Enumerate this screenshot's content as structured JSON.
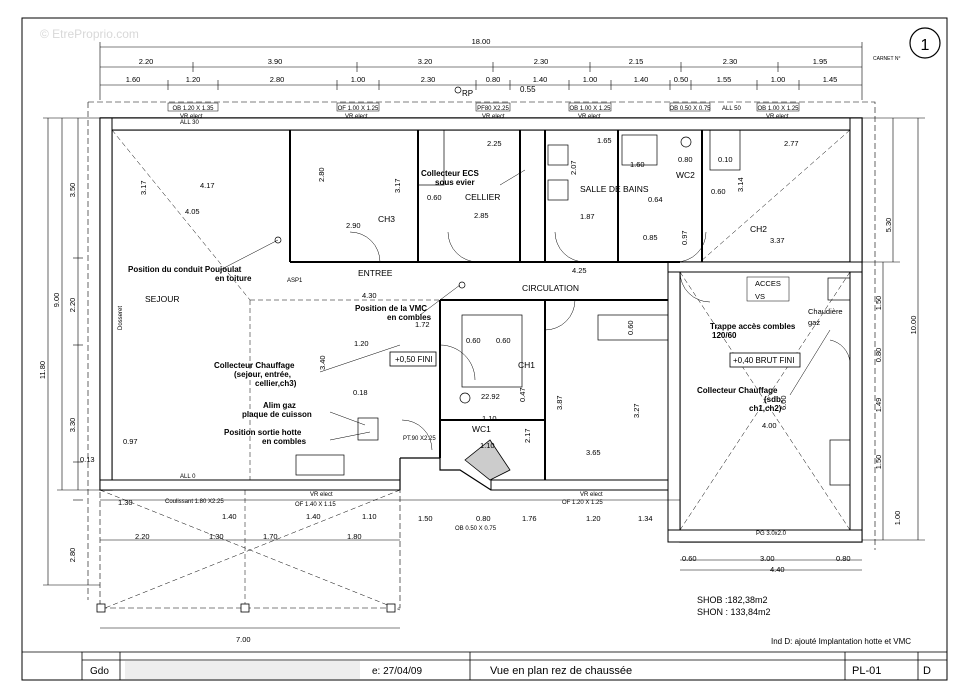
{
  "watermark": "© EtreProprio.com",
  "sheet_number_circle": "1",
  "top_right_note": "CARNET N°",
  "overall_width": "18.00",
  "top_dims_row1": [
    "2.20",
    "3.90",
    "3.20",
    "2.30",
    "2.15",
    "2.30",
    "1.95"
  ],
  "top_dims_row2": [
    "1.60",
    "1.20",
    "2.80",
    "1.00",
    "2.30",
    "0.80",
    "1.40",
    "1.00",
    "1.40",
    "0.50",
    "1.55",
    "1.00",
    "1.45"
  ],
  "window_tags": {
    "sejour": "OB 1.20 X 1.35",
    "ch3": "OF 1.00 X 1.25",
    "pf_cellier": "PF80 X2.25",
    "sdb": "OB 1.00 X 1.25",
    "wc2": "OB 0.50 X 0.75",
    "all50": "ALL 50",
    "ch2": "OB 1.00 X 1.25",
    "rp": "RP",
    "val_055": "0.55"
  },
  "vr_elect": "VR elect",
  "all_labels": {
    "all_30": "ALL 30",
    "all_0": "ALL 0"
  },
  "left_dims": {
    "total": "11.80",
    "nine": "9.00",
    "d350": "3.50",
    "d220": "2.20",
    "d330": "3.30",
    "d013": "0.13",
    "d280": "2.80"
  },
  "right_dims": {
    "d530": "5.30",
    "d1000": "10.00",
    "d150": "1.50",
    "d080a": "0.80",
    "d149": "1.49",
    "d150b": "1.50",
    "d100": "1.00"
  },
  "rooms": {
    "sejour": "SEJOUR",
    "ch3": "CH3",
    "cellier": "CELLIER",
    "salle_de_bains": "SALLE DE BAINS",
    "wc2": "WC2",
    "ch2": "CH2",
    "entree": "ENTREE",
    "circulation": "CIRCULATION",
    "ch1": "CH1",
    "wc1": "WC1",
    "acces_vs": "ACCES",
    "vs": "VS",
    "chaudiere": "Chaudière",
    "gaz": "gaz"
  },
  "notes": {
    "conduit": "Position du conduit Poujoulat",
    "conduit2": "en toiture",
    "vmc": "Position de la VMC",
    "vmc2": "en combles",
    "ecs": "Collecteur ECS",
    "ecs2": "sous evier",
    "chauffage1": "Collecteur Chauffage",
    "chauffage1b": "(sejour, entrée,",
    "chauffage1c": "cellier,ch3)",
    "chauffage2": "Collecteur Chauffage",
    "chauffage2b": "(sdb,",
    "chauffage2c": "ch1,ch2)",
    "gaz": "Alim gaz",
    "gaz2": "plaque de cuisson",
    "hotte": "Position sortie hotte",
    "hotte2": "en combles",
    "trappe": "Trappe accès combles",
    "trappe2": "120/60",
    "fini": "+0,50 FINI",
    "brut": "+0,40 BRUT FINI",
    "asp": "ASP1",
    "dosseret": "Dosseret",
    "cuisine": "Coulissant 1.80 X2.25"
  },
  "inner_dims": [
    "4.17",
    "4.05",
    "3.17",
    "2.80",
    "3.17",
    "2.90",
    "2.25",
    "2.85",
    "0.60",
    "1.65",
    "2.07",
    "1.87",
    "1.60",
    "0.80",
    "0.10",
    "0.60",
    "0.64",
    "2.77",
    "3.14",
    "3.37",
    "0.85",
    "0.97",
    "4.25",
    "4.30",
    "1.72",
    "1.20",
    "3.40",
    "0.18",
    "0.60",
    "0.60",
    "0.60",
    "3.87",
    "3.27",
    "0.47",
    "1.10",
    "2.17",
    "22.92",
    "1.10",
    "3.65",
    "0.97",
    "4.00",
    "6.00",
    "1.30"
  ],
  "bottom_dims_row1": [
    "1.30",
    "1.40",
    "1.40",
    "1.10",
    "1.50",
    "0.80",
    "1.76",
    "1.20",
    "1.34"
  ],
  "bottom_window_tags": [
    "Coulissant 1.80 X2.25",
    "OF 1.40 X 1.15",
    "OB 0.50 X 0.75",
    "OF 1.20 X 1.25"
  ],
  "pt_door": "PT.90 X2.25",
  "pg_door": "PG 3.0x2.0",
  "terrace_dims": [
    "2.20",
    "1.30",
    "1.70",
    "1.80"
  ],
  "terrace_total": "7.00",
  "garage_dims": [
    "0.60",
    "3.00",
    "0.80",
    "4.40"
  ],
  "shob": "SHOB :182,38m2",
  "shon": "SHON : 133,84m2",
  "ind_note": "Ind D: ajouté Implantation hotte et VMC",
  "title_block": {
    "drawn_by": "Gdo",
    "date": "e: 27/04/09",
    "title": "Vue en  plan rez de chaussée",
    "plan_ref": "PL-01",
    "index": "D"
  }
}
